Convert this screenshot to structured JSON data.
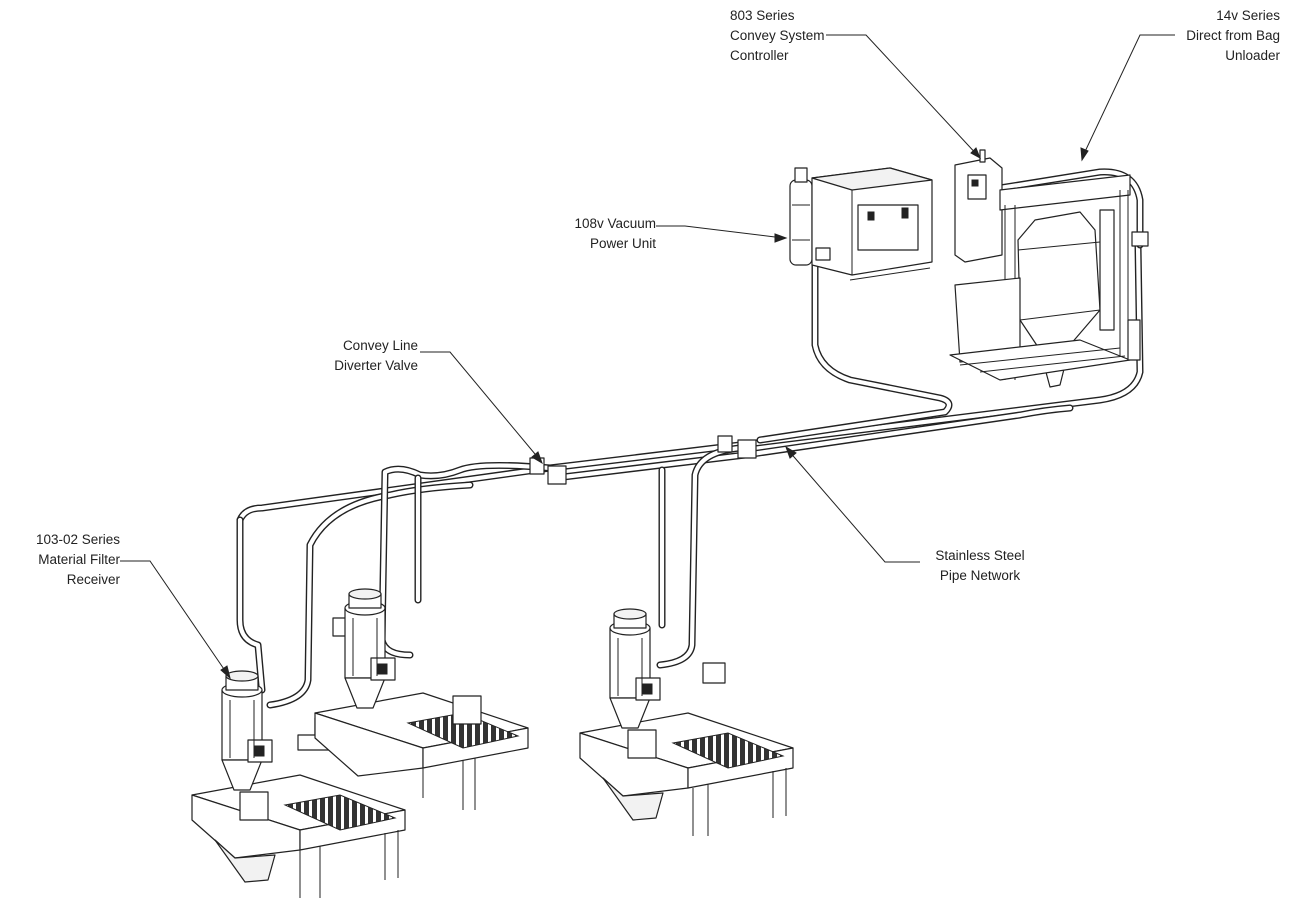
{
  "callouts": [
    {
      "id": "controller",
      "lines": [
        "803 Series",
        "Convey System",
        "Controller"
      ]
    },
    {
      "id": "bag_unloader",
      "lines": [
        "14v Series",
        "Direct from Bag",
        "Unloader"
      ]
    },
    {
      "id": "vacuum_unit",
      "lines": [
        "108v Vacuum",
        "Power Unit"
      ]
    },
    {
      "id": "diverter_valve",
      "lines": [
        "Convey Line",
        "Diverter Valve"
      ]
    },
    {
      "id": "filter_receiver",
      "lines": [
        "103-02 Series",
        "Material Filter",
        "Receiver"
      ]
    },
    {
      "id": "pipe_network",
      "lines": [
        "Stainless Steel",
        "Pipe Network"
      ]
    }
  ]
}
